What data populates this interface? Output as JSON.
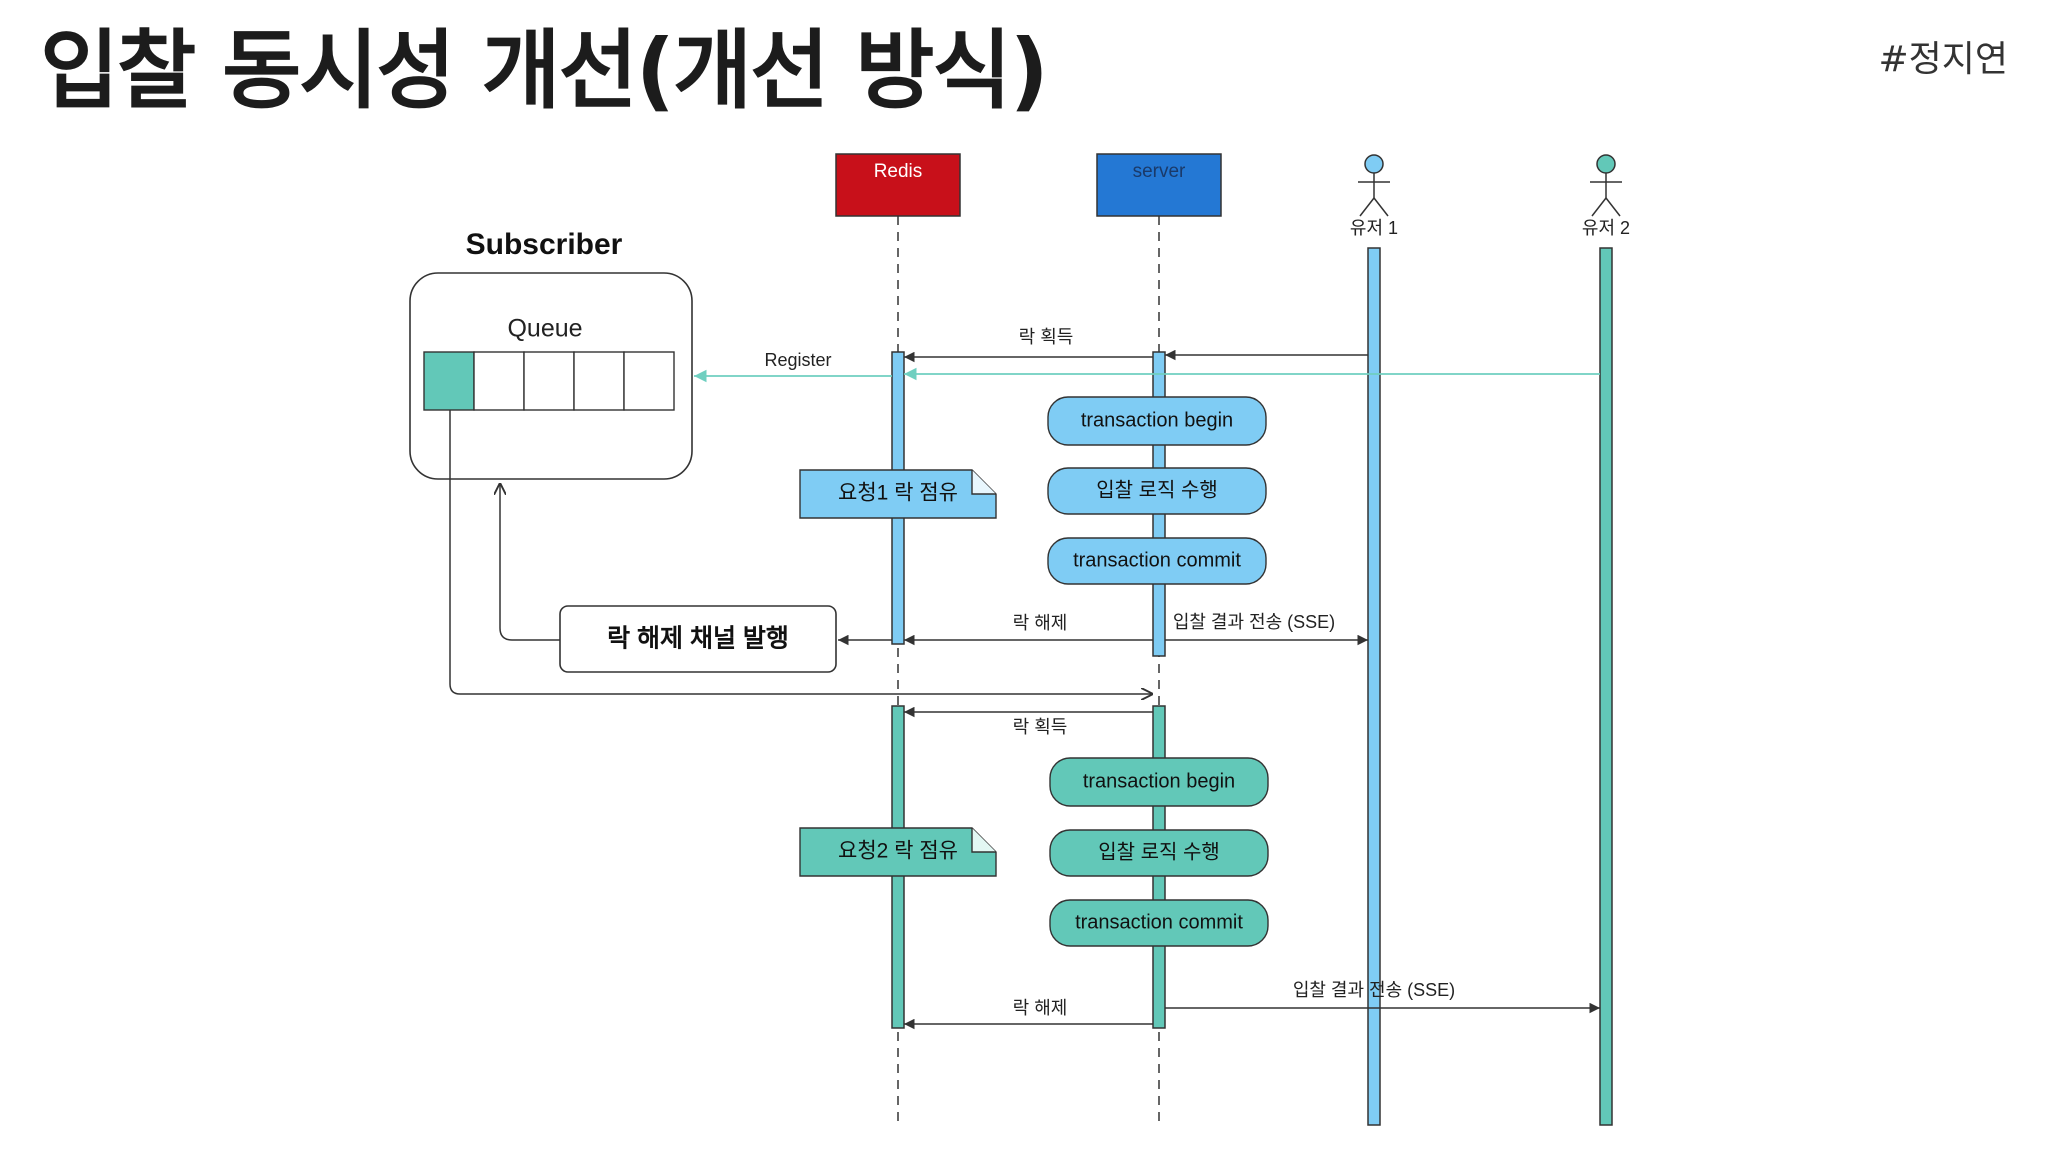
{
  "slide": {
    "title": "입찰 동시성 개선(개선 방식)",
    "author": "#정지연"
  },
  "diagram": {
    "participants": {
      "redis": "Redis",
      "server": "server",
      "user1": "유저 1",
      "user2": "유저 2"
    },
    "subscriber": {
      "label": "Subscriber",
      "queue_label": "Queue"
    },
    "messages": {
      "acquire_1": "락 획득",
      "register": "Register",
      "release_1": "락 해제",
      "result_1": "입찰 결과 전송 (SSE)",
      "acquire_2": "락 획득",
      "release_2": "락 해제",
      "result_2": "입찰 결과 전송 (SSE)"
    },
    "notes": {
      "hold_1": "요청1 락 점유",
      "hold_2": "요청2 락 점유"
    },
    "channel_box": "락 해제 채널 발행",
    "steps_1": [
      "transaction begin",
      "입찰 로직 수행",
      "transaction commit"
    ],
    "steps_2": [
      "transaction begin",
      "입찰 로직 수행",
      "transaction commit"
    ],
    "colors": {
      "redis": "#c8101a",
      "server": "#2478d4",
      "blue_bar": "#7fccf4",
      "teal_bar": "#62c8b8",
      "register_line": "#6fcfc0"
    }
  }
}
